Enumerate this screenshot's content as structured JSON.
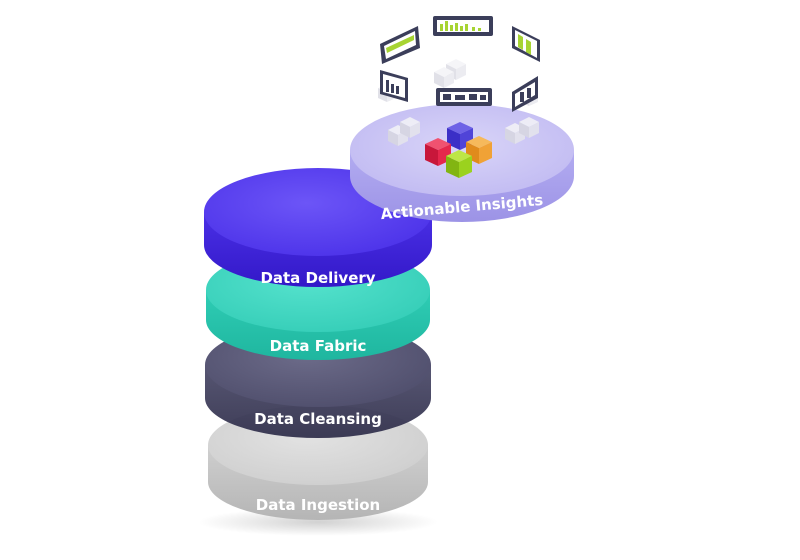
{
  "layers": [
    {
      "id": "ingestion",
      "label": "Data Ingestion",
      "top_color": "#d4d4d4",
      "side_color": "#bdbdbd"
    },
    {
      "id": "cleansing",
      "label": "Data Cleansing",
      "top_color": "#5b5a78",
      "side_color": "#3b3a58"
    },
    {
      "id": "fabric",
      "label": "Data Fabric",
      "top_color": "#3fd8c2",
      "side_color": "#27c0aa"
    },
    {
      "id": "delivery",
      "label": "Data Delivery",
      "top_color": "#5b43f0",
      "side_color": "#3f26d8"
    }
  ],
  "insights": {
    "label": "Actionable Insights",
    "top_color": "#c7c1f3",
    "side_color": "#a9a1ec",
    "cube_colors": [
      "#e5274c",
      "#4b3fd6",
      "#f0a236",
      "#9bd21e"
    ],
    "ring_accent": "#a7d433",
    "ring_dark": "#3b3e5a"
  }
}
